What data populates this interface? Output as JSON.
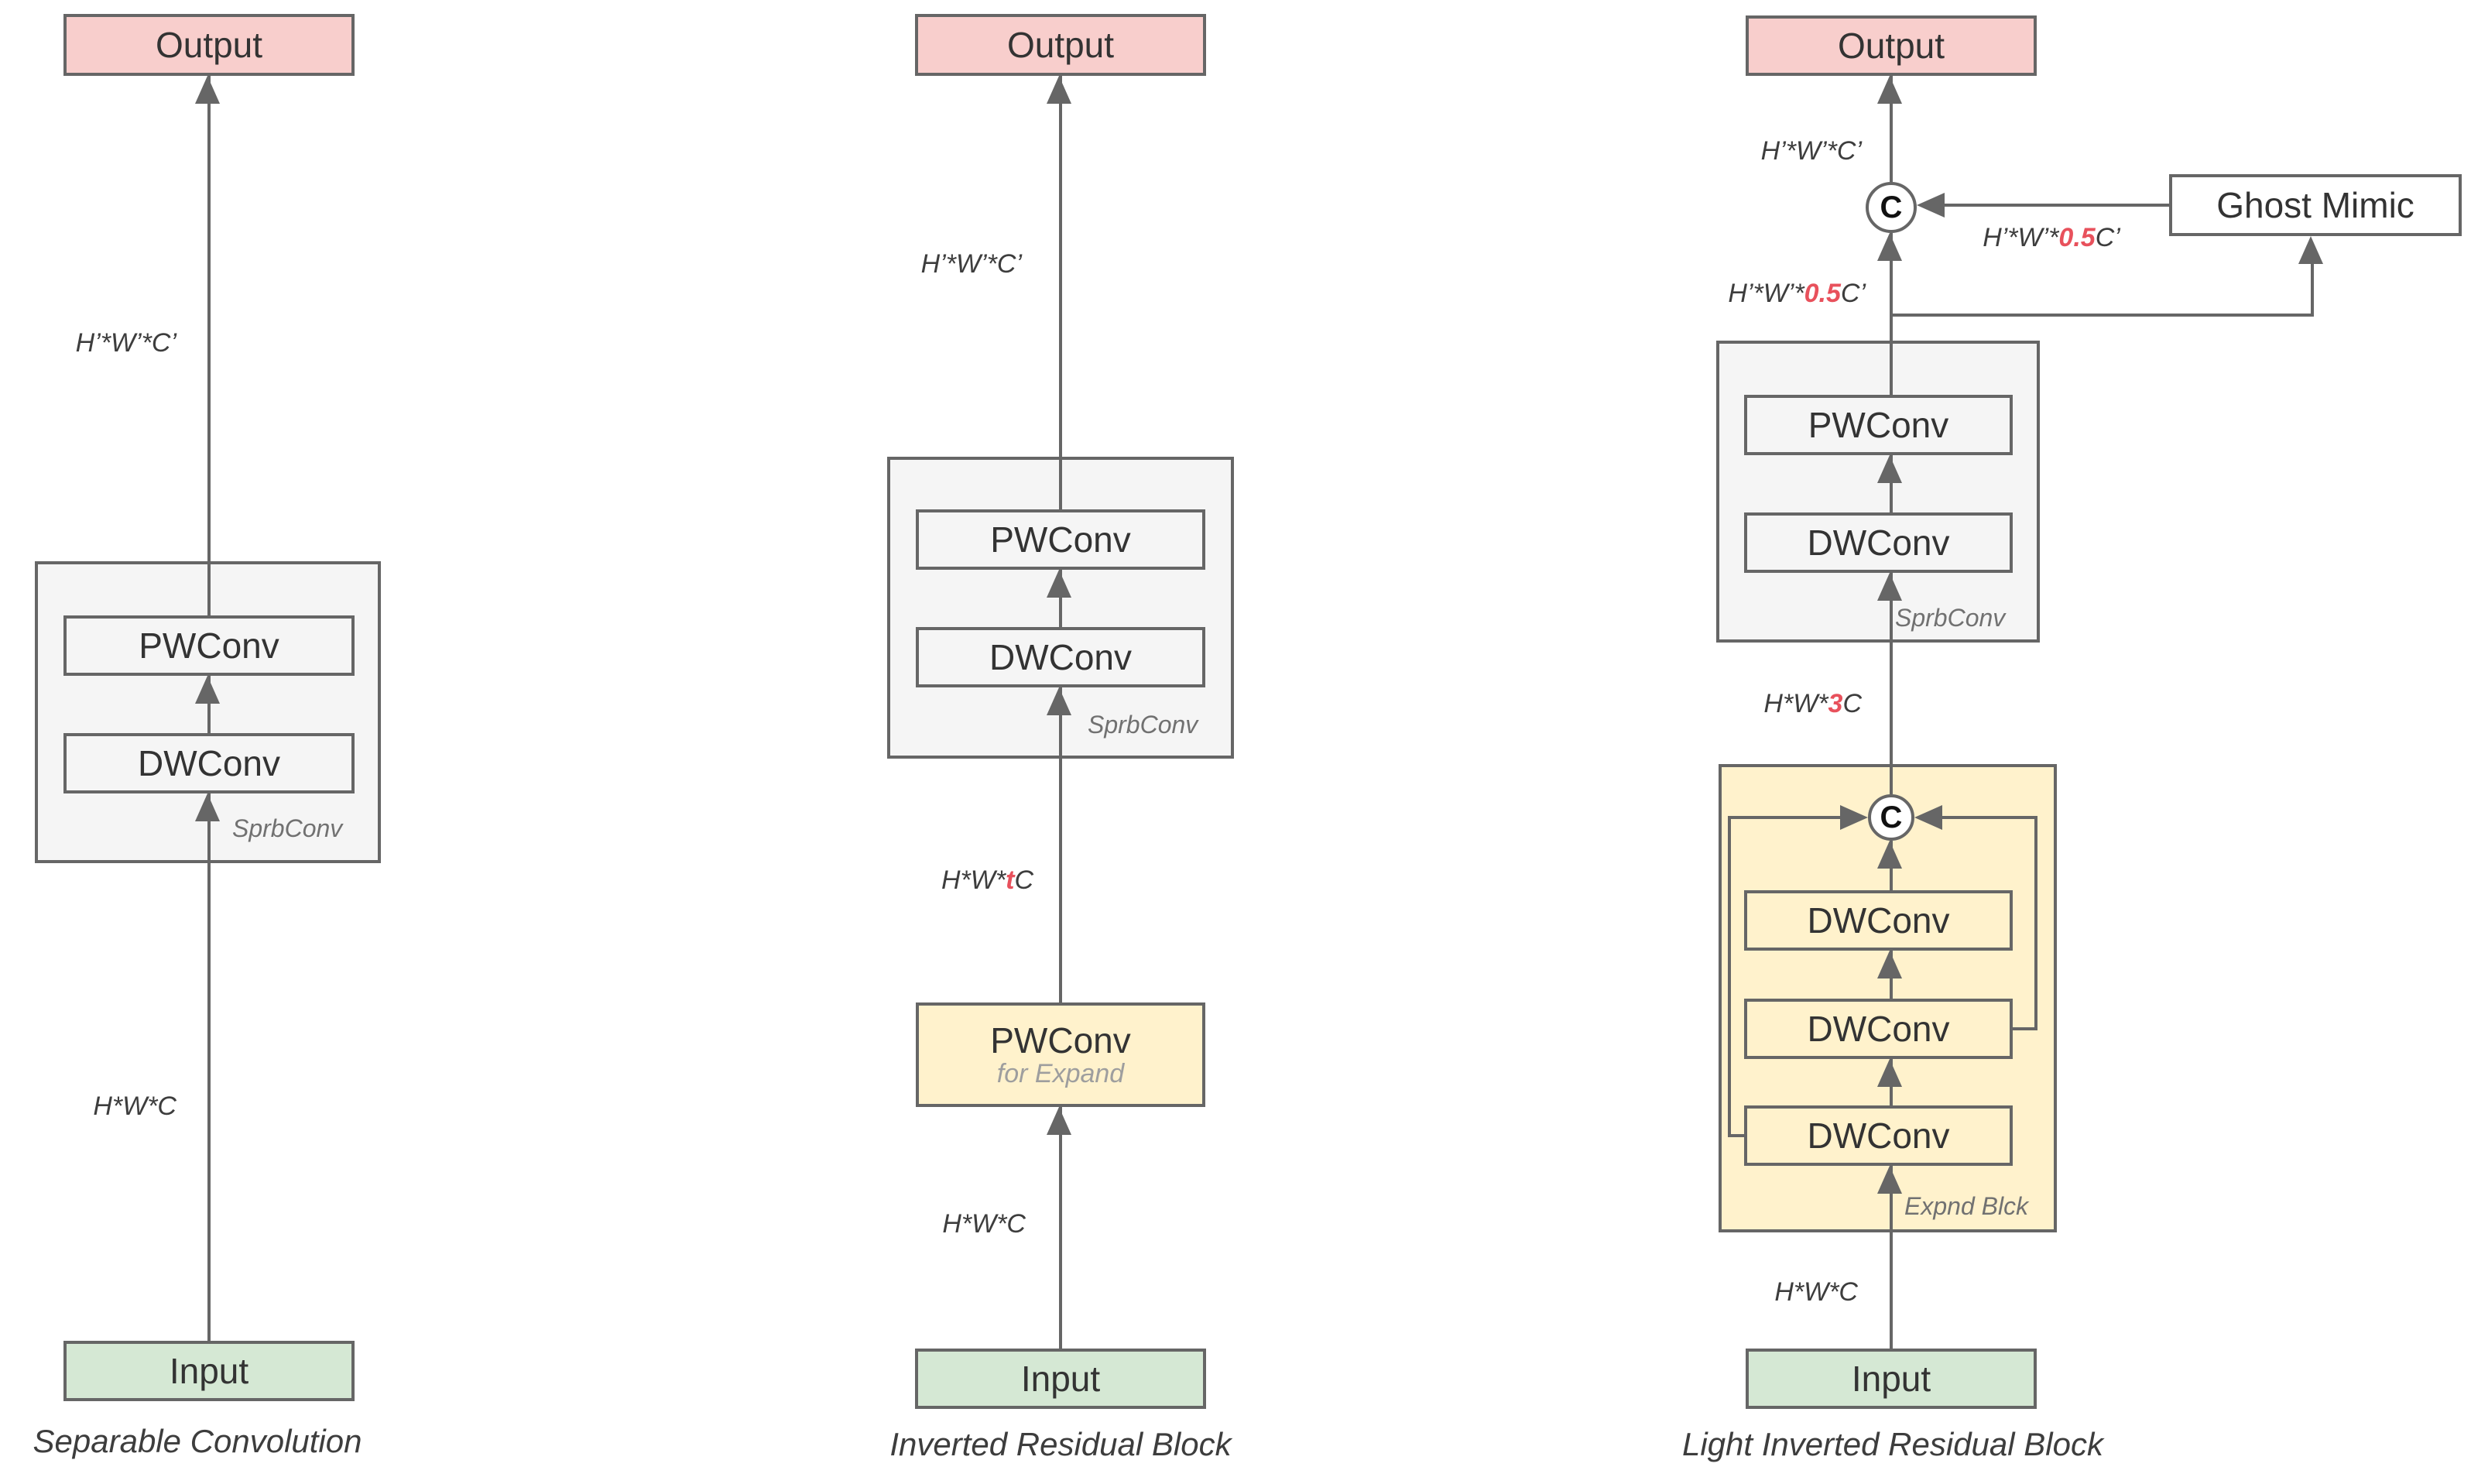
{
  "colors": {
    "output_fill": "#f8cecc",
    "input_fill": "#d5e8d4",
    "block_fill": "#f5f5f5",
    "expand_fill": "#fff2cc",
    "ghost_fill": "#ffffff",
    "line": "#666666",
    "red_accent": "#e8515c",
    "text": "#333333"
  },
  "left": {
    "output": "Output",
    "dim_out": "H’*W’*C’",
    "pwconv": "PWConv",
    "dwconv": "DWConv",
    "block_label": "SprbConv",
    "dim_in": "H*W*C",
    "input": "Input",
    "caption": "Separable Convolution"
  },
  "middle": {
    "output": "Output",
    "dim_out": "H’*W’*C’",
    "pwconv": "PWConv",
    "dwconv": "DWConv",
    "block_label": "SprbConv",
    "dim_mid_pre": "H*W*",
    "dim_mid_red": "t",
    "dim_mid_post": "C",
    "expand_title": "PWConv",
    "expand_subtitle": "for Expand",
    "dim_in": "H*W*C",
    "input": "Input",
    "caption": "Inverted Residual Block"
  },
  "right": {
    "output": "Output",
    "dim_out": "H’*W’*C’",
    "concat_top": "C",
    "ghost_mimic": "Ghost Mimic",
    "dim_ghost_pre": "H’*W’*",
    "dim_ghost_red": "0.5",
    "dim_ghost_post": "C’",
    "dim_main_pre": "H’*W’*",
    "dim_main_red": "0.5",
    "dim_main_post": "C’",
    "pwconv": "PWConv",
    "dwconv": "DWConv",
    "block_label": "SprbConv",
    "dim_3c_pre": "H*W*",
    "dim_3c_red": "3",
    "dim_3c_post": "C",
    "expnd_label": "Expnd Blck",
    "concat_inner": "C",
    "dwconv1": "DWConv",
    "dwconv2": "DWConv",
    "dwconv3": "DWConv",
    "dim_in": "H*W*C",
    "input": "Input",
    "caption": "Light Inverted Residual Block"
  }
}
